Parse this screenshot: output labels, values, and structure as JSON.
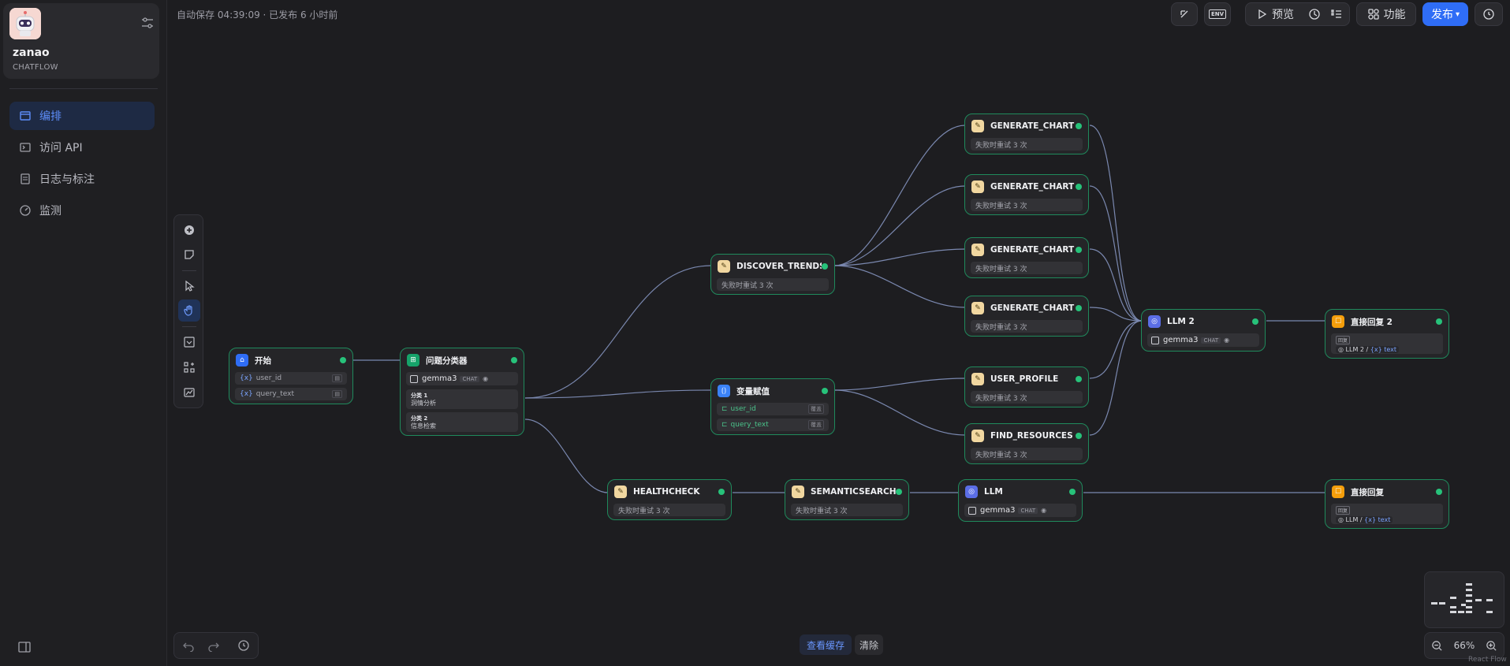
{
  "app": {
    "name": "zanao",
    "mode": "CHATFLOW"
  },
  "sidebar": {
    "items": [
      {
        "label": "编排",
        "icon": "layout-icon",
        "active": true
      },
      {
        "label": "访问 API",
        "icon": "terminal-icon",
        "active": false
      },
      {
        "label": "日志与标注",
        "icon": "doc-icon",
        "active": false
      },
      {
        "label": "监测",
        "icon": "gauge-icon",
        "active": false
      }
    ]
  },
  "header": {
    "autosave": "自动保存 04:39:09 · 已发布 6 小时前",
    "env_label": "ENV",
    "preview_label": "预览",
    "features_label": "功能",
    "publish_label": "发布"
  },
  "colors": {
    "accent": "#2f6df6",
    "node_border": "#1f8a5c",
    "edge": "#8b9bc9",
    "success": "#27c27a",
    "icon_start": "#2f6df6",
    "icon_classifier": "#16a36a",
    "icon_tool": "#f1d7a0",
    "icon_llm": "#5b6ee6",
    "icon_answer": "#f59e0b",
    "icon_assigner": "#3b82f6"
  },
  "nodes": {
    "start": {
      "title": "开始",
      "vars": [
        {
          "name": "user_id"
        },
        {
          "name": "query_text"
        }
      ]
    },
    "classifier": {
      "title": "问题分类器",
      "model": "gemma3",
      "model_tag": "CHAT",
      "classes": [
        {
          "label": "分类 1",
          "text": "洞情分析"
        },
        {
          "label": "分类 2",
          "text": "信息检索"
        }
      ]
    },
    "discover": {
      "title": "DISCOVER_TRENDS",
      "retry": "失败时重试 3 次"
    },
    "assigner": {
      "title": "变量赋值",
      "vars": [
        {
          "name": "user_id",
          "tag": "覆盖"
        },
        {
          "name": "query_text",
          "tag": "覆盖"
        }
      ]
    },
    "healthcheck": {
      "title": "HEALTHCHECK",
      "retry": "失败时重试 3 次"
    },
    "semantic": {
      "title": "SEMANTICSEARCH",
      "retry": "失败时重试 3 次"
    },
    "llm": {
      "title": "LLM",
      "model": "gemma3",
      "model_tag": "CHAT"
    },
    "chart_wcg": {
      "title": "GENERATE_CHART WCG",
      "retry": "失败时重试 3 次"
    },
    "chart_sp": {
      "title": "GENERATE_CHART SP",
      "retry": "失败时重试 3 次"
    },
    "chart_ht": {
      "title": "GENERATE_CHART HT",
      "retry": "失败时重试 3 次"
    },
    "chart": {
      "title": "GENERATE_CHART",
      "retry": "失败时重试 3 次"
    },
    "user_profile": {
      "title": "USER_PROFILE",
      "retry": "失败时重试 3 次"
    },
    "find_resources": {
      "title": "FIND_RESOURCES",
      "retry": "失败时重试 3 次"
    },
    "llm2": {
      "title": "LLM 2",
      "model": "gemma3",
      "model_tag": "CHAT"
    },
    "answer2": {
      "title": "直接回复 2",
      "tag": "回复",
      "ref_node": "LLM 2",
      "ref_var": "text"
    },
    "answer": {
      "title": "直接回复",
      "tag": "回复",
      "ref_node": "LLM",
      "ref_var": "text"
    }
  },
  "footer": {
    "view_cache": "查看缓存",
    "clear": "清除",
    "zoom": "66%",
    "attribution": "React Flow"
  }
}
